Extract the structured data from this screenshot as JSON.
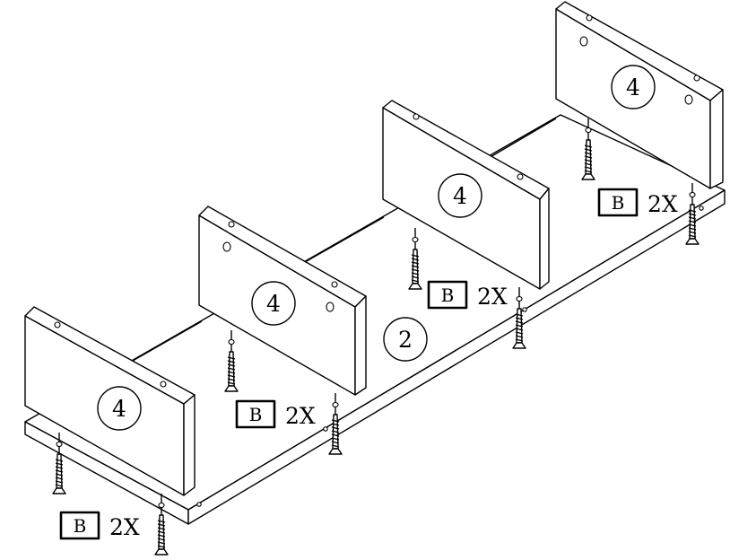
{
  "panels": {
    "side_panel_label": "4",
    "base_panel_label": "2"
  },
  "fastener_groups": [
    {
      "box_label": "B",
      "count": "2X"
    },
    {
      "box_label": "B",
      "count": "2X"
    },
    {
      "box_label": "B",
      "count": "2X"
    },
    {
      "box_label": "B",
      "count": "2X"
    }
  ]
}
